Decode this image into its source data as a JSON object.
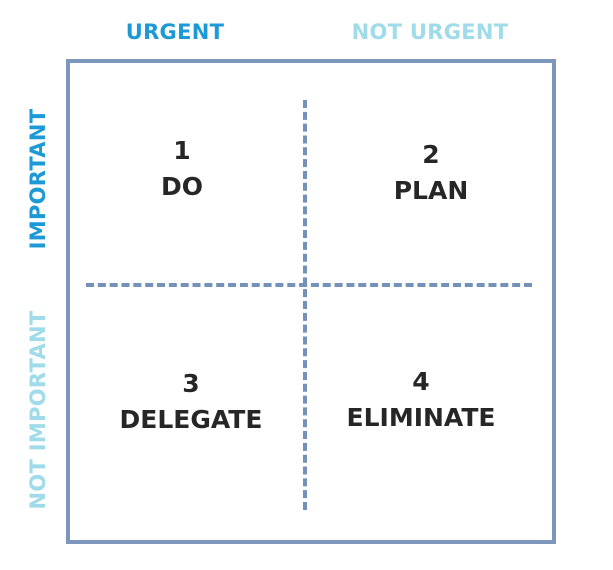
{
  "columns": {
    "urgent": "URGENT",
    "not_urgent": "NOT URGENT"
  },
  "rows": {
    "important": "IMPORTANT",
    "not_important": "NOT IMPORTANT"
  },
  "quadrants": [
    {
      "number": "1",
      "action": "DO"
    },
    {
      "number": "2",
      "action": "PLAN"
    },
    {
      "number": "3",
      "action": "DELEGATE"
    },
    {
      "number": "4",
      "action": "ELIMINATE"
    }
  ],
  "colors": {
    "urgent_label": "#1d9ad6",
    "not_urgent_label": "#9fdbe9",
    "frame": "#7d96bb",
    "divider": "#7391b9",
    "quadrant_text": "#262626"
  }
}
